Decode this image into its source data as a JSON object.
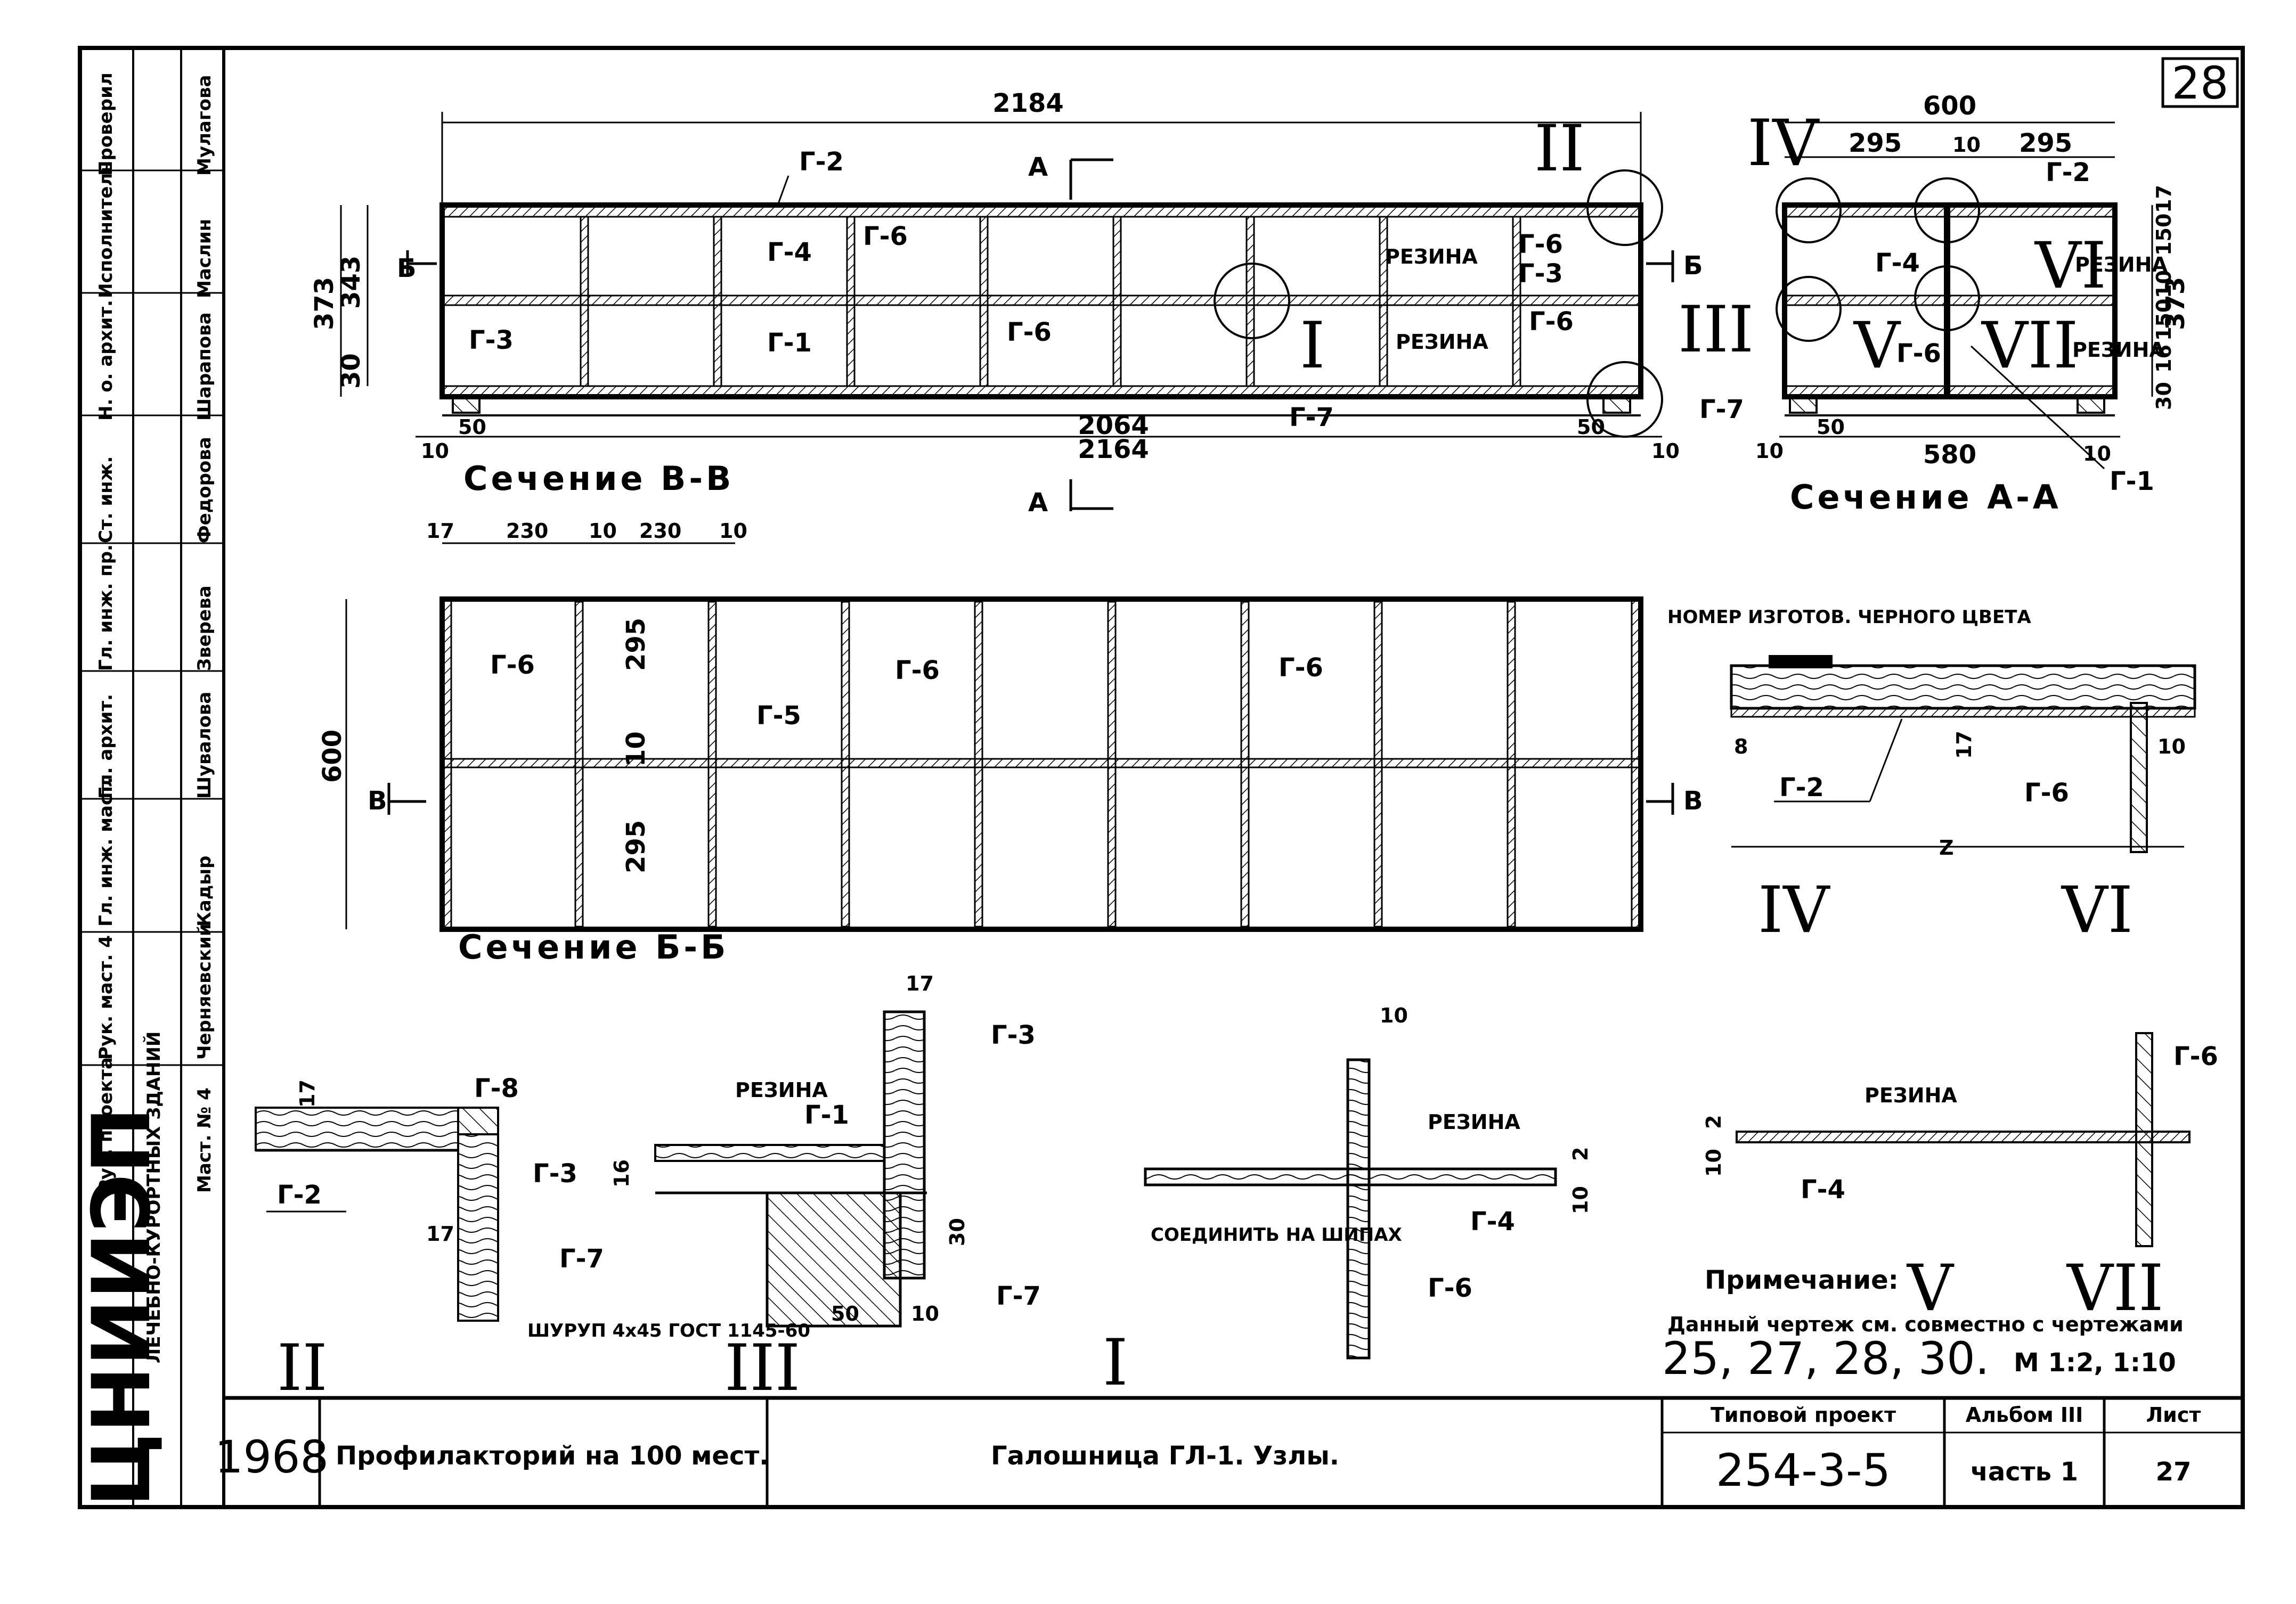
{
  "sheet_number": "28",
  "sections": {
    "bb": {
      "caption": "Сечение В-В",
      "overall": "2184",
      "inner": "2064",
      "inner2": "2164",
      "height_total": "373",
      "height_upper": "343",
      "height_lower": "30",
      "end_left": "10",
      "end_right": "10",
      "pad_left": "50",
      "pad_right": "50",
      "cut_a": "А",
      "cut_b": "Б"
    },
    "aa": {
      "caption": "Сечение А-А",
      "overall": "600",
      "half_left": "295",
      "mid": "10",
      "half_right": "295",
      "bottom": "580",
      "pad": "50",
      "end_left": "10",
      "end_right": "10",
      "right_dims": [
        "17",
        "150",
        "10",
        "150",
        "16",
        "30"
      ],
      "total": "373"
    },
    "bsec": {
      "caption": "Сечение Б-Б",
      "top_dims": [
        "17",
        "230",
        "10",
        "230",
        "10"
      ],
      "height": "600",
      "vert_dims": [
        "295",
        "10",
        "295"
      ],
      "cut_v": "В"
    }
  },
  "labels": {
    "g1": "Г-1",
    "g2": "Г-2",
    "g3": "Г-3",
    "g4": "Г-4",
    "g5": "Г-5",
    "g6": "Г-6",
    "g7": "Г-7",
    "g8": "Г-8",
    "rubber": "РЕЗИНА",
    "join": "СОЕДИНИТЬ НА ШИПАХ",
    "screw": "ШУРУП 4x45 ГОСТ 1145-60",
    "maker_num": "НОМЕР ИЗГОТОВ. ЧЕРНОГО ЦВЕТА"
  },
  "nodes": {
    "I": "I",
    "II": "II",
    "III": "III",
    "IV": "IV",
    "V": "V",
    "VI": "VI",
    "VII": "VII"
  },
  "detail_dims": {
    "d17": "17",
    "d16": "16",
    "d30": "30",
    "d50": "50",
    "d10": "10",
    "d2": "2",
    "d8": "8",
    "dz": "Z"
  },
  "note": {
    "title": "Примечание:",
    "text": "Данный чертеж см. совместно с чертежами",
    "refs": "25, 27, 28, 30.",
    "scale": "М 1:2, 1:10"
  },
  "title_block": {
    "year": "1968",
    "project": "Профилакторий на 100 мест.",
    "drawing": "Галошница ГЛ-1. Узлы.",
    "type_label": "Типовой проект",
    "type_value": "254-3-5",
    "album_label": "Альбом III",
    "album_value": "часть 1",
    "sheet_label": "Лист",
    "sheet_value": "27"
  },
  "stamp": {
    "logo": "ЦНИИЭП",
    "org": "ЛЕЧЕБНО-КУРОРТНЫХ ЗДАНИЙ",
    "roles": [
      "Рук. проекта",
      "Рук. маст. 4",
      "Гл. инж. маст.",
      "Гл. архит.",
      "Гл. инж. пр.",
      "Ст. инж.",
      "Н. о. архит.",
      "Исполнитель",
      "Проверил"
    ],
    "names": [
      "Маст. № 4",
      "Черняевский",
      "Кадыр",
      "Шувалова",
      "Зверева",
      "Федорова",
      "Шарапова",
      "Маслин",
      "Мулагова"
    ]
  }
}
